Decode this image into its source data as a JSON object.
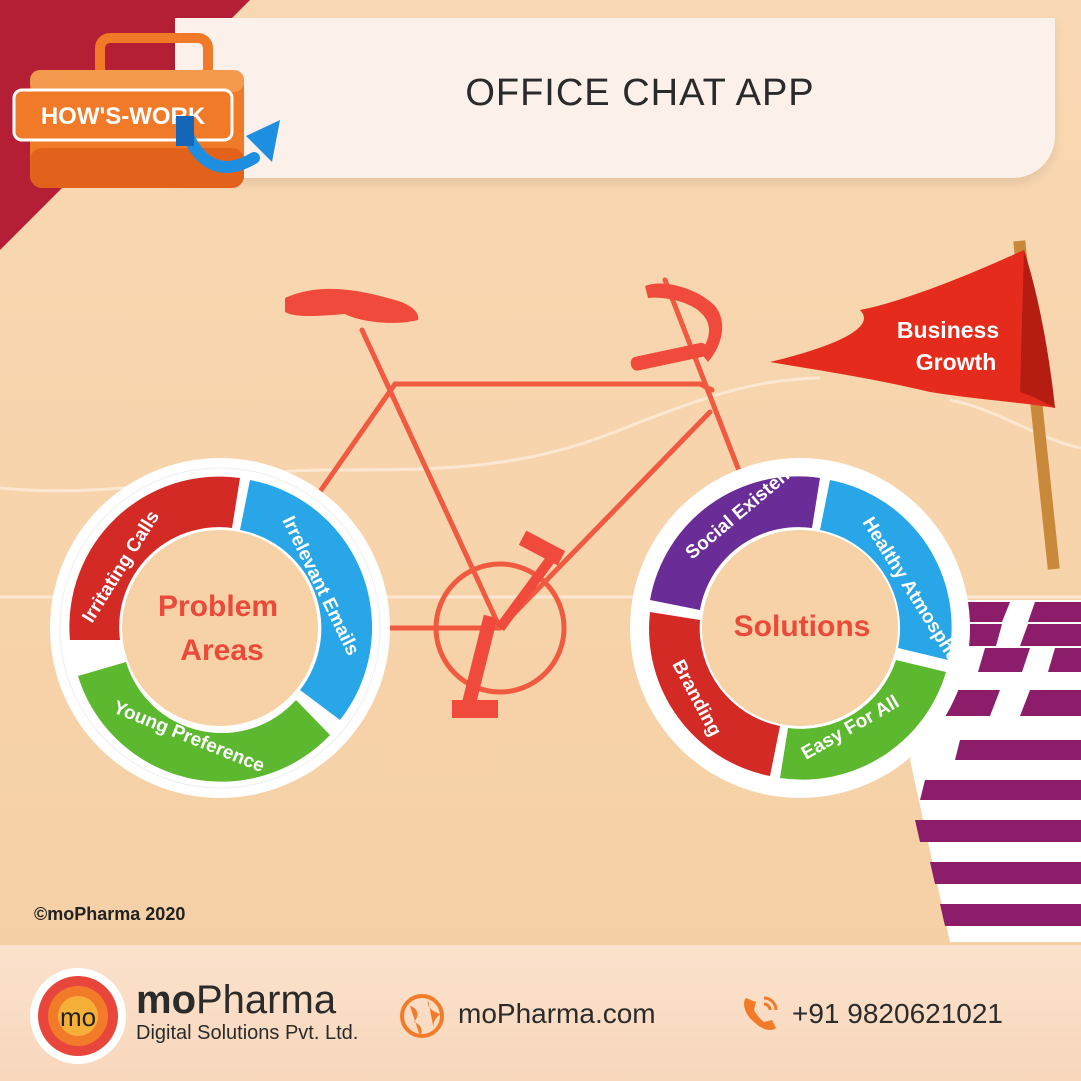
{
  "header": {
    "badge_label": "HOW'S-WORK",
    "title": "OFFICE CHAT APP"
  },
  "problem_wheel": {
    "center_line1": "Problem",
    "center_line2": "Areas",
    "segments": [
      {
        "label": "Irritating Calls",
        "color": "#d42a25"
      },
      {
        "label": "Irrelevant Emails",
        "color": "#28a6e8"
      },
      {
        "label": "Young Preference",
        "color": "#5cb82e"
      }
    ]
  },
  "solution_wheel": {
    "center_label": "Solutions",
    "segments": [
      {
        "label": "Social Existence",
        "color": "#6a2d97"
      },
      {
        "label": "Healthy Atmosphere",
        "color": "#28a6e8"
      },
      {
        "label": "Easy For All",
        "color": "#5cb82e"
      },
      {
        "label": "Branding",
        "color": "#d42a25"
      }
    ]
  },
  "flag": {
    "line1": "Business",
    "line2": "Growth"
  },
  "copyright": "©moPharma 2020",
  "footer": {
    "logo_text": "mo",
    "brand_bold": "mo",
    "brand_rest": "Pharma",
    "brand_sub": "Digital Solutions Pvt. Ltd.",
    "website": "moPharma.com",
    "phone": "+91 9820621021"
  },
  "colors": {
    "accent_red": "#e8463a",
    "corner_red": "#b41f35",
    "badge_orange": "#f07a28",
    "background": "#f7d2a7"
  },
  "icons": [
    "briefcase-icon",
    "arrow-curve-icon",
    "globe-icon",
    "phone-icon",
    "flag-icon",
    "bicycle-icon"
  ]
}
